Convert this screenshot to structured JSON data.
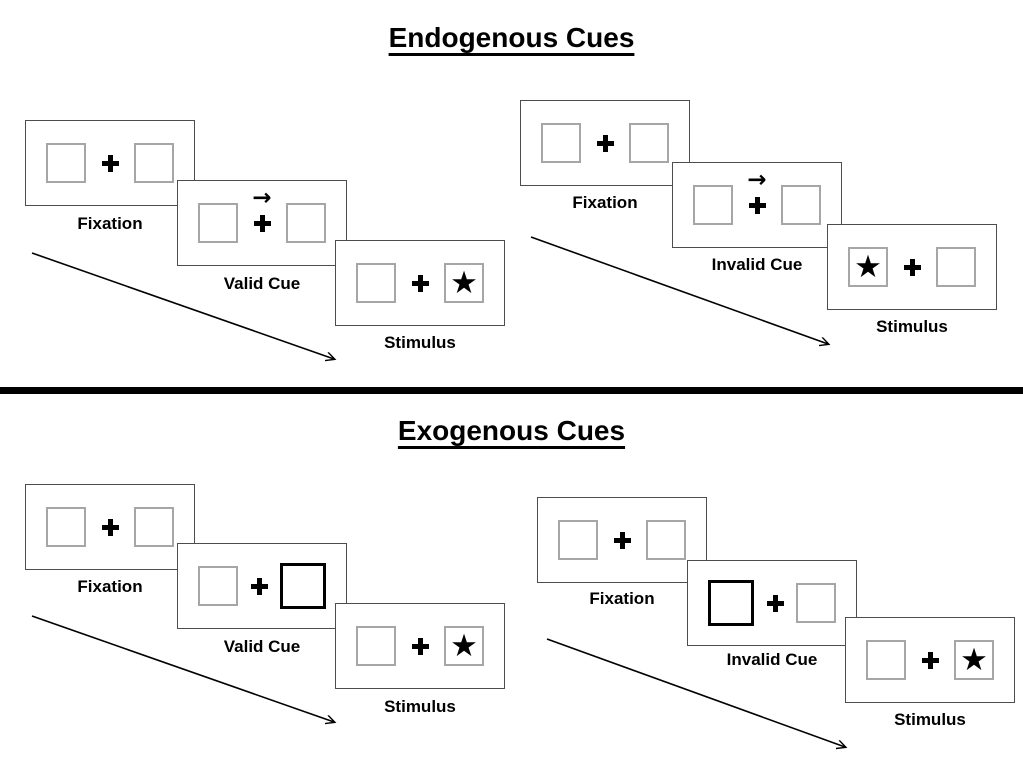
{
  "colors": {
    "background": "#ffffff",
    "panel_border": "#4d4d4d",
    "box_border": "#a6a6a6",
    "highlight_box_border": "#000000",
    "ink": "#000000"
  },
  "glyphs": {
    "star": "★",
    "cue_arrow": "→",
    "plus_icon": "bold-plus-cross",
    "timeline_arrow_icon": "diagonal-arrow-down-right"
  },
  "sections": [
    {
      "title": "Endogenous Cues",
      "cue_style": "central right-pointing arrow above fixation cross",
      "groups": [
        {
          "name": "valid-trial",
          "panels": [
            {
              "label": "Fixation",
              "left_box": "empty",
              "center": "plus",
              "right_box": "empty"
            },
            {
              "label": "Valid Cue",
              "left_box": "empty",
              "center": "plus-with-right-arrow",
              "right_box": "empty"
            },
            {
              "label": "Stimulus",
              "left_box": "empty",
              "center": "plus",
              "right_box": "star"
            }
          ]
        },
        {
          "name": "invalid-trial",
          "panels": [
            {
              "label": "Fixation",
              "left_box": "empty",
              "center": "plus",
              "right_box": "empty"
            },
            {
              "label": "Invalid Cue",
              "left_box": "empty",
              "center": "plus-with-right-arrow",
              "right_box": "empty"
            },
            {
              "label": "Stimulus",
              "left_box": "star",
              "center": "plus",
              "right_box": "empty"
            }
          ]
        }
      ]
    },
    {
      "title": "Exogenous Cues",
      "cue_style": "peripheral bold-outlined box",
      "groups": [
        {
          "name": "valid-trial",
          "panels": [
            {
              "label": "Fixation",
              "left_box": "empty",
              "center": "plus",
              "right_box": "empty"
            },
            {
              "label": "Valid Cue",
              "left_box": "empty",
              "center": "plus",
              "right_box": "highlighted"
            },
            {
              "label": "Stimulus",
              "left_box": "empty",
              "center": "plus",
              "right_box": "star"
            }
          ]
        },
        {
          "name": "invalid-trial",
          "panels": [
            {
              "label": "Fixation",
              "left_box": "empty",
              "center": "plus",
              "right_box": "empty"
            },
            {
              "label": "Invalid Cue",
              "left_box": "highlighted",
              "center": "plus",
              "right_box": "empty"
            },
            {
              "label": "Stimulus",
              "left_box": "empty",
              "center": "plus",
              "right_box": "star"
            }
          ]
        }
      ]
    }
  ]
}
